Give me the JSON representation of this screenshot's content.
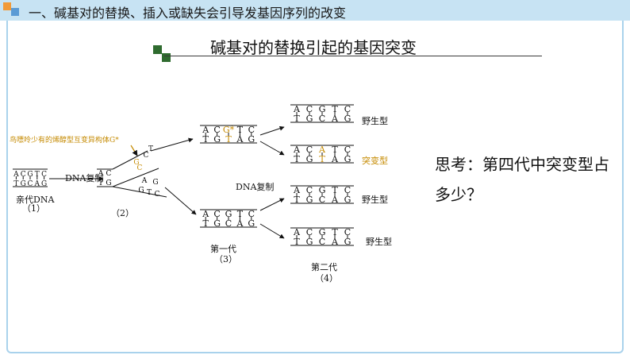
{
  "header": {
    "title": "一、碱基对的替换、插入或缺失会引导发基因序列的改变"
  },
  "slide": {
    "title": "碱基对的替换引起的基因突变"
  },
  "diagram": {
    "parent_label": "亲代DNA",
    "step1": "（1）",
    "step2": "（2）",
    "step3": "（3）",
    "step4": "（4）",
    "replication_label_1": "DNA复制",
    "replication_label_2": "DNA复制",
    "tautomer_note": "鸟嘌呤少有的烯醇型互变异构体G*",
    "gen1_label": "第一代",
    "gen2_label": "第二代",
    "wild_type_1": "野生型",
    "mutant_type": "突变型",
    "wild_type_2": "野生型",
    "wild_type_3": "野生型",
    "top_strand": [
      "A",
      "C",
      "G",
      "T",
      "C"
    ],
    "bottom_strand": [
      "T",
      "G",
      "C",
      "A",
      "G"
    ],
    "gstar": "G*"
  },
  "question": {
    "text": "思考：第四代中突变型占多少？"
  },
  "colors": {
    "mutation": "#c58a00",
    "header_band": "#c7e3f3",
    "frame": "#a9d2ec"
  }
}
